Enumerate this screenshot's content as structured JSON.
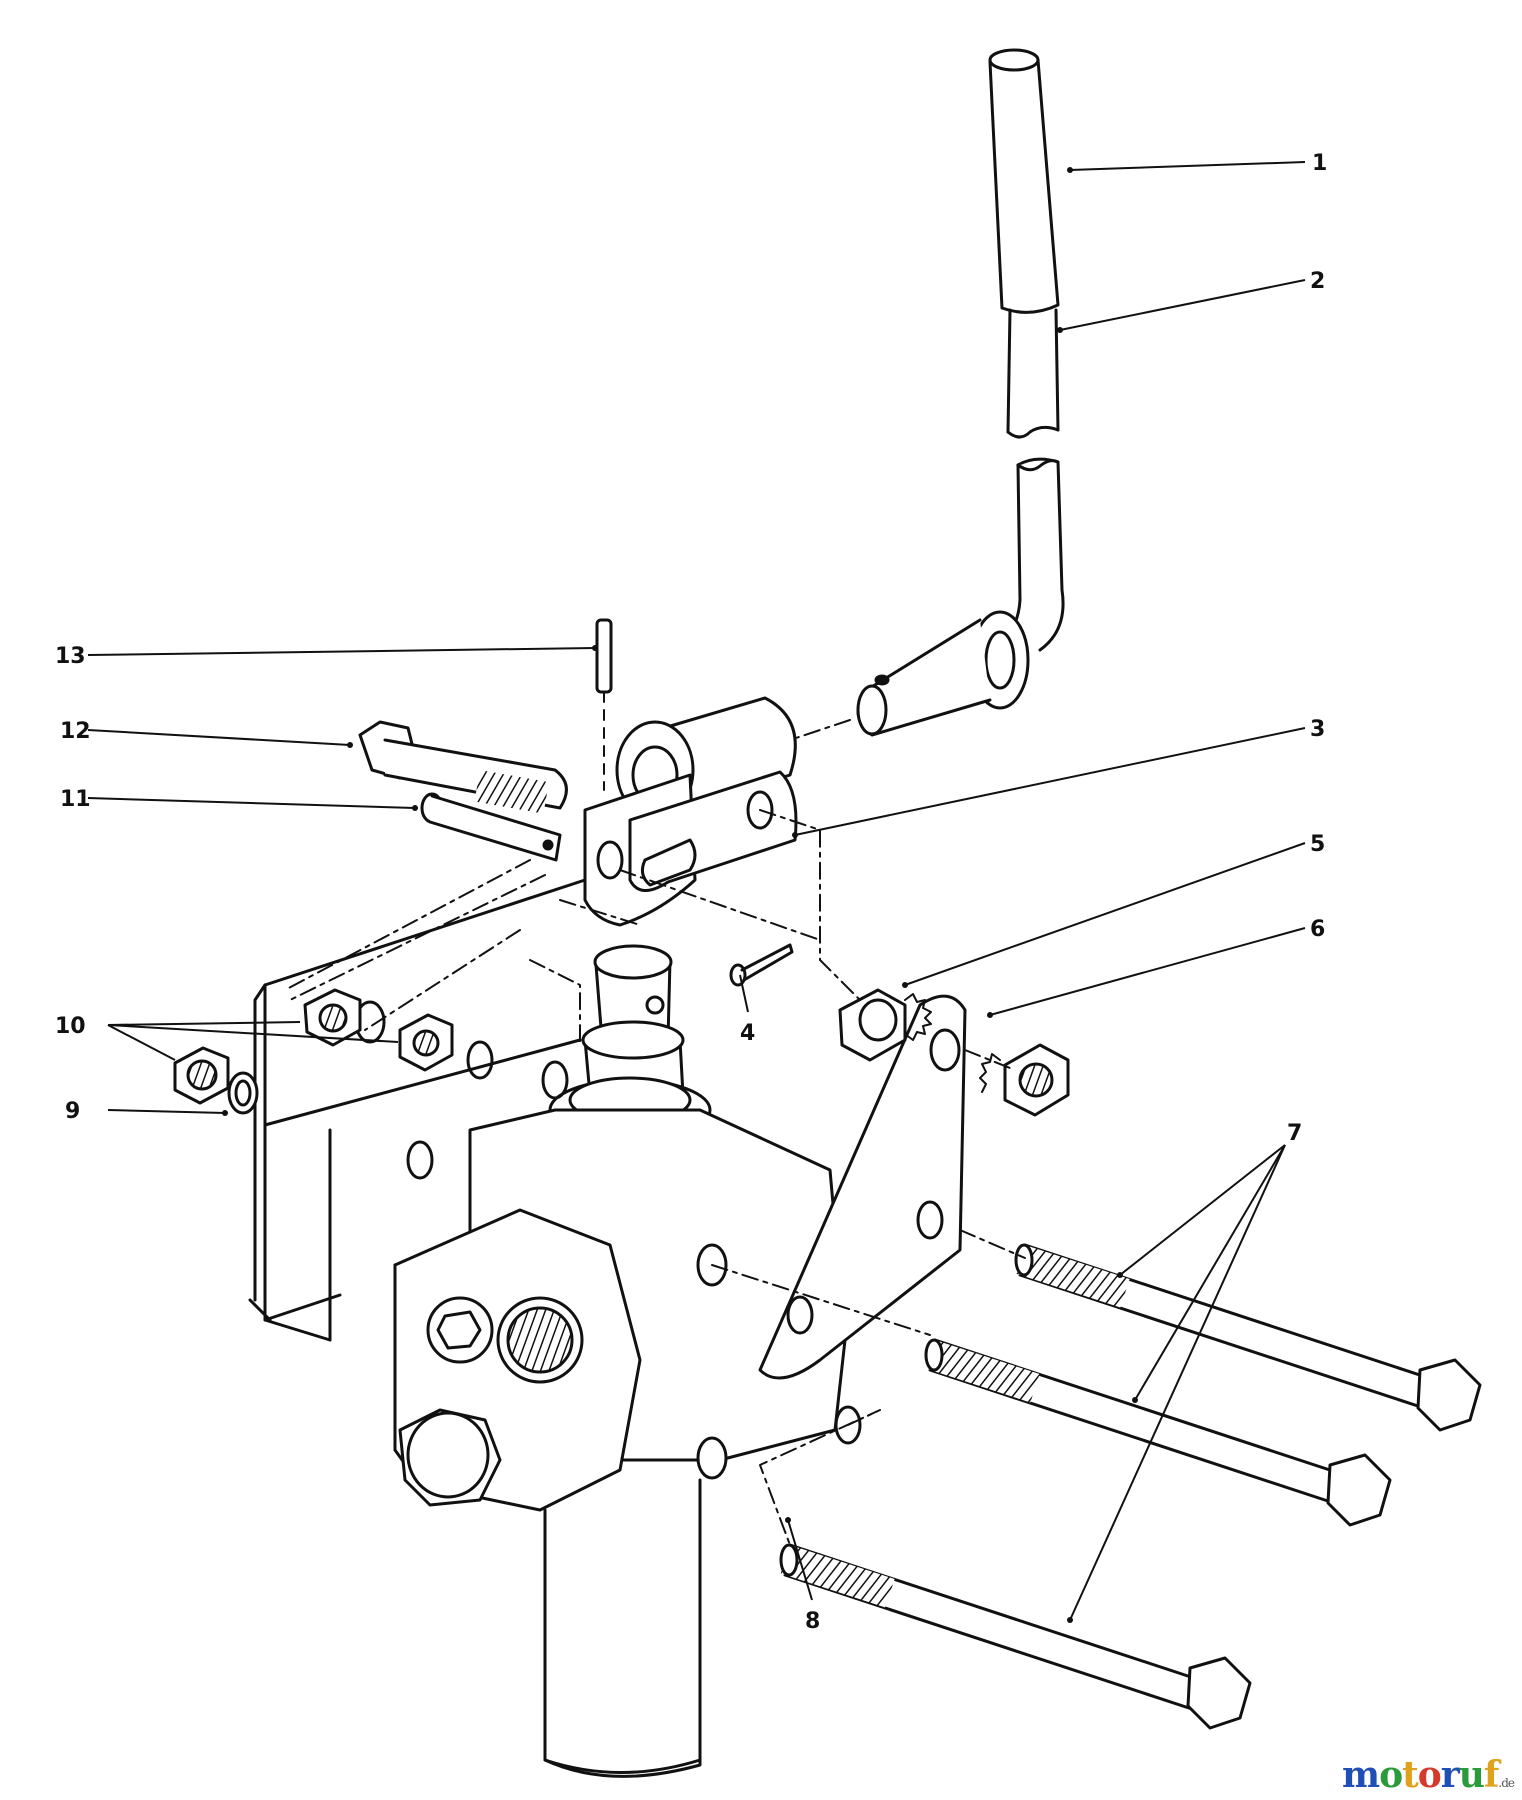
{
  "diagram": {
    "callouts": [
      {
        "id": "1",
        "label": "1"
      },
      {
        "id": "2",
        "label": "2"
      },
      {
        "id": "3",
        "label": "3"
      },
      {
        "id": "4",
        "label": "4"
      },
      {
        "id": "5",
        "label": "5"
      },
      {
        "id": "6",
        "label": "6"
      },
      {
        "id": "7",
        "label": "7"
      },
      {
        "id": "8",
        "label": "8"
      },
      {
        "id": "9",
        "label": "9"
      },
      {
        "id": "10",
        "label": "10"
      },
      {
        "id": "11",
        "label": "11"
      },
      {
        "id": "12",
        "label": "12"
      },
      {
        "id": "13",
        "label": "13"
      }
    ]
  },
  "watermark": {
    "main": "motoruf",
    "suffix": ".de",
    "colors": [
      "#1f4fb5",
      "#2a9a3a",
      "#e0a21b",
      "#d33a2c"
    ]
  }
}
